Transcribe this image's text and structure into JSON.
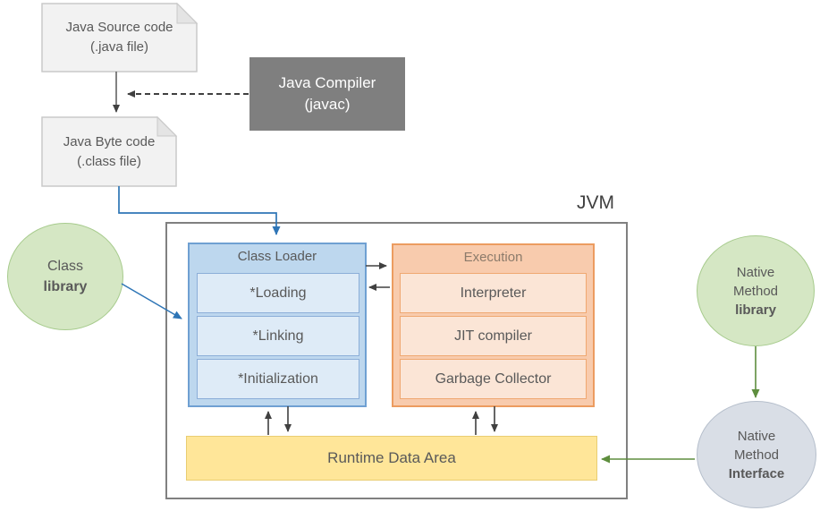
{
  "diagram": {
    "title": "JVM",
    "nodes": {
      "java_source_code": {
        "line1": "Java Source code",
        "line2": "(.java file)"
      },
      "java_compiler": {
        "line1": "Java Compiler",
        "line2": "(javac)"
      },
      "java_byte_code": {
        "line1": "Java Byte code",
        "line2": "(.class file)"
      },
      "class_library": {
        "line1": "Class",
        "line2": "library"
      },
      "class_loader": {
        "title": "Class Loader",
        "items": [
          "*Loading",
          "*Linking",
          "*Initialization"
        ]
      },
      "execution_engine": {
        "title": "Execution",
        "items": [
          "Interpreter",
          "JIT compiler",
          "Garbage Collector"
        ]
      },
      "runtime_data_area": {
        "label": "Runtime Data Area"
      },
      "native_method_library": {
        "line1": "Native",
        "line2": "Method",
        "line3": "library"
      },
      "native_method_interface": {
        "line1": "Native",
        "line2": "Method",
        "line3": "Interface"
      }
    },
    "colors": {
      "document_fill": "#F2F2F2",
      "compiler_fill": "#7F7F7F",
      "loader_fill": "#BDD7EE",
      "loader_inner_fill": "#DEEBF7",
      "loader_border": "#6FA0D2",
      "execution_fill": "#F8CBAD",
      "execution_inner_fill": "#FBE5D6",
      "execution_border": "#EC9C60",
      "runtime_fill": "#FFE699",
      "library_circle_fill": "#D5E7C4",
      "interface_circle_fill": "#D9DEE6",
      "arrow_blue": "#2E75B6",
      "arrow_green": "#5E8E3E",
      "arrow_black": "#404040"
    }
  }
}
